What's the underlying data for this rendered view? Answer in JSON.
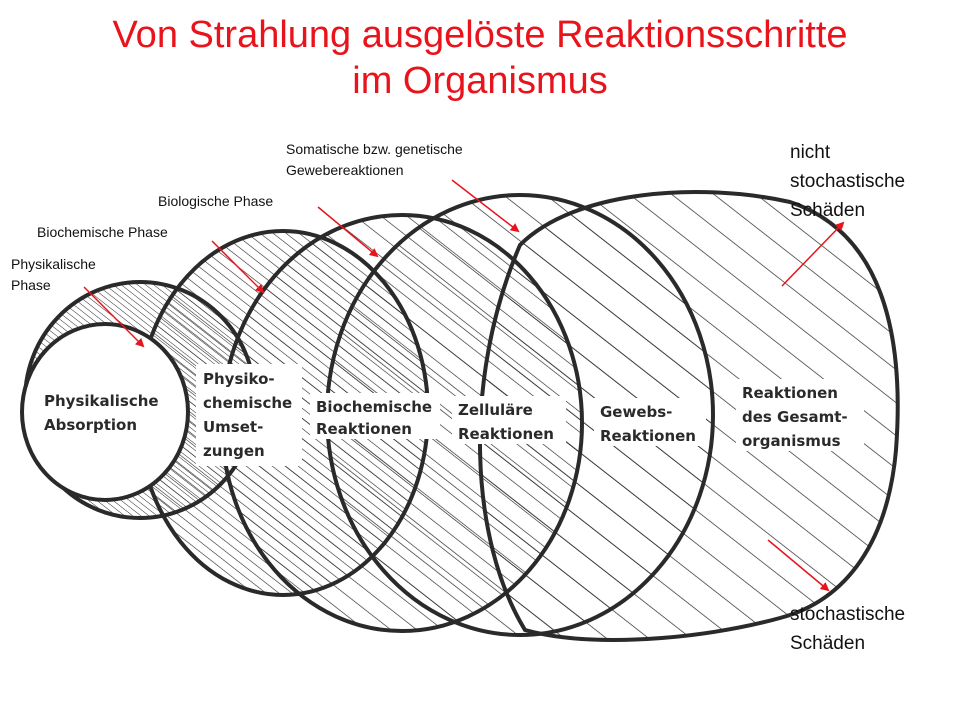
{
  "title": {
    "line1": "Von Strahlung ausgelöste Reaktionsschritte",
    "line2": "im Organismus"
  },
  "phase_labels": {
    "physikalisch": "Physikalische\nPhase",
    "biochemisch": "Biochemische Phase",
    "biologisch": "Biologische Phase",
    "somatisch": "Somatische bzw. genetische\nGewebereaktionen"
  },
  "side_labels": {
    "nicht_stochastisch": "nicht\nstochastische\nSchäden",
    "stochastisch": "stochastische\nSchäden"
  },
  "circles": {
    "c1": [
      "Physikalische",
      "Absorption"
    ],
    "c2": [
      "Physiko-",
      "chemische",
      "Umset-",
      "zungen"
    ],
    "c3": [
      "Biochemische",
      "Reaktionen"
    ],
    "c4": [
      "Zelluläre",
      "Reaktionen"
    ],
    "c5": [
      "Gewebs-",
      "Reaktionen"
    ],
    "c6": [
      "Reaktionen",
      "des Gesamt-",
      "organismus"
    ]
  },
  "colors": {
    "title": "#e8131b",
    "arrow": "#e8131b",
    "ink": "#2a2a2a"
  }
}
